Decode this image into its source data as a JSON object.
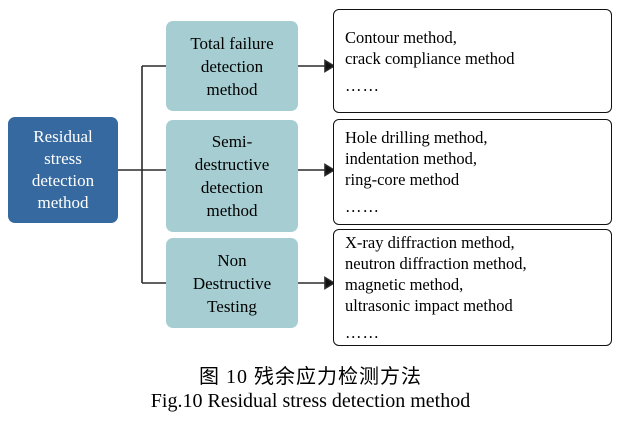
{
  "figure": {
    "caption_cn": "图 10  残余应力检测方法",
    "caption_en": "Fig.10 Residual stress detection method",
    "colors": {
      "root_fill": "#35699F",
      "root_text": "#FFFFFF",
      "category_fill": "#A6CED2",
      "category_text": "#000000",
      "detail_fill": "#FFFFFF",
      "detail_border": "#111111",
      "connector": "#2B2B2B"
    }
  },
  "diagram": {
    "type": "tree",
    "root": {
      "label": "Residual stress detection method",
      "lines": [
        "Residual",
        "stress",
        "detection",
        "method"
      ]
    },
    "branches": [
      {
        "category": {
          "label": "Total failure detection method",
          "lines": [
            "Total failure",
            "detection",
            "method"
          ]
        },
        "detail": {
          "lines": [
            "Contour method,",
            "crack compliance method"
          ],
          "ellipsis": "……"
        }
      },
      {
        "category": {
          "label": "Semi-destructive detection method",
          "lines": [
            "Semi-",
            "destructive",
            "detection",
            "method"
          ]
        },
        "detail": {
          "lines": [
            "Hole drilling method,",
            "indentation method,",
            "ring-core method"
          ],
          "ellipsis": "……"
        }
      },
      {
        "category": {
          "label": "Non Destructive Testing",
          "lines": [
            "Non",
            "Destructive",
            "Testing"
          ]
        },
        "detail": {
          "lines": [
            "X-ray diffraction method,",
            "neutron diffraction method,",
            "magnetic method,",
            "ultrasonic impact method"
          ],
          "ellipsis": "……"
        }
      }
    ]
  }
}
